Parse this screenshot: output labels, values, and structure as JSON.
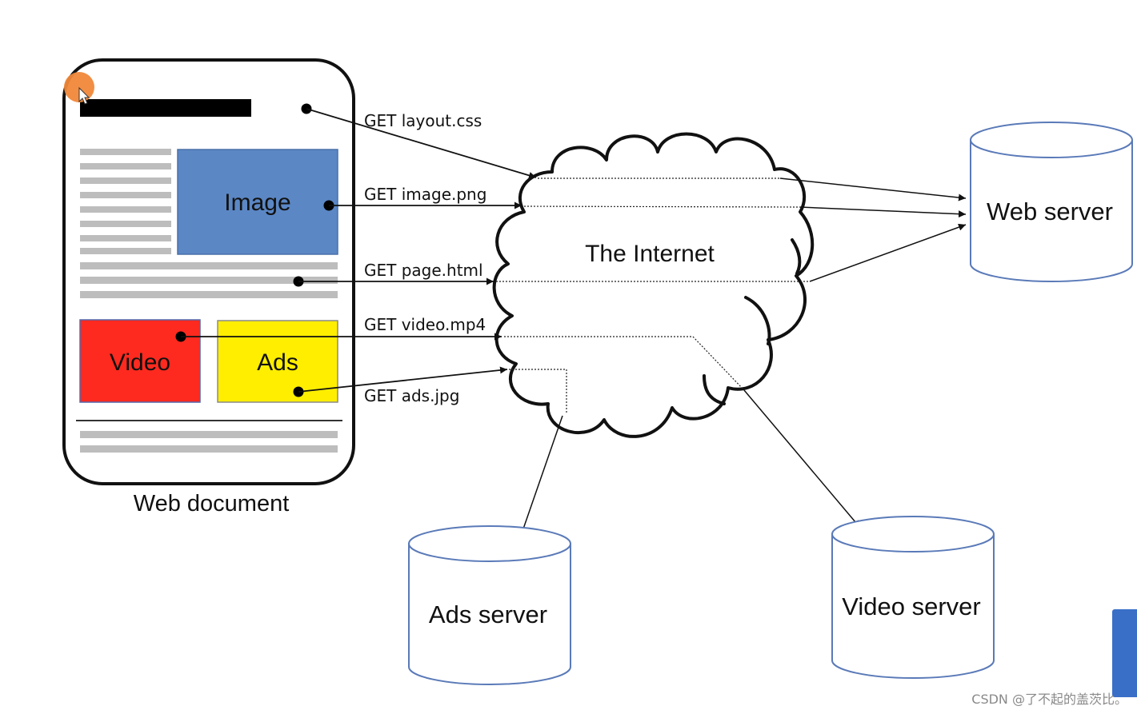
{
  "document": {
    "caption": "Web document",
    "image_label": "Image",
    "video_label": "Video",
    "ads_label": "Ads"
  },
  "internet": {
    "label": "The Internet"
  },
  "requests": {
    "css": "GET layout.css",
    "image": "GET image.png",
    "page": "GET page.html",
    "video": "GET video.mp4",
    "ads": "GET ads.jpg"
  },
  "servers": {
    "web": "Web server",
    "ads": "Ads server",
    "video": "Video server"
  },
  "watermark": "CSDN @了不起的盖茨比。",
  "colors": {
    "image_box": "#5b87c5",
    "video_box": "#ff2a1f",
    "ads_box": "#ffee00",
    "server_outline": "#5a7ab8",
    "cursor_marker": "#f0883a",
    "text_lines": "#bdbdbd"
  }
}
